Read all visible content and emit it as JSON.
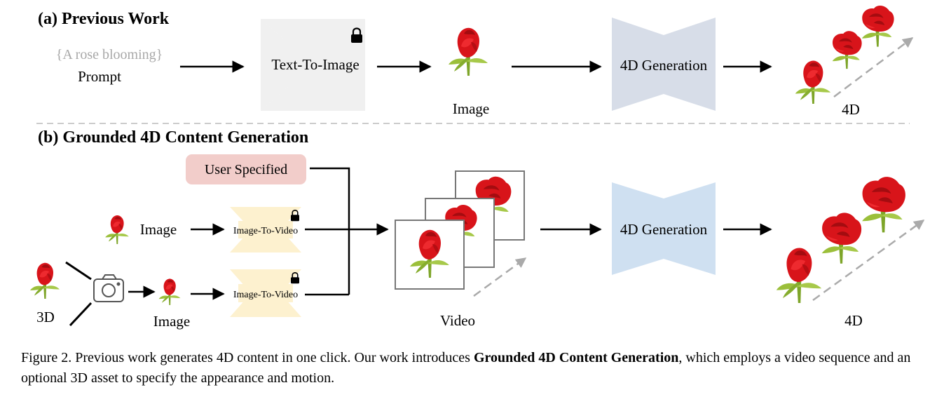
{
  "panel_a": {
    "title": "(a) Previous Work",
    "prompt_text": "{A rose blooming}",
    "prompt_label": "Prompt",
    "model1_label": "Text-To-Image",
    "image_label": "Image",
    "model2_label": "4D Generation",
    "output_label": "4D"
  },
  "panel_b": {
    "title": "(b) Grounded 4D Content Generation",
    "user_specified": "User Specified",
    "image_label_top": "Image",
    "i2v_top": "Image-To-Video",
    "i2v_bottom": "Image-To-Video",
    "label_3d": "3D",
    "image_label_bottom": "Image",
    "video_label": "Video",
    "model_label": "4D Generation",
    "output_label": "4D"
  },
  "caption": {
    "prefix": "Figure 2.  Previous work generates 4D content in one click.  Our work introduces ",
    "bold": "Grounded 4D Content Generation",
    "suffix": ", which employs a video sequence and an optional 3D asset to specify the appearance and motion."
  },
  "colors": {
    "text_to_image": "#f0f0f0",
    "generation_a": "#d7dde8",
    "generation_b": "#cfe0f1",
    "image_to_video": "#fdf1cf",
    "user_specified": "#f2cdca",
    "rose_red": "#d8141a",
    "stem_green": "#9bbf3a"
  }
}
